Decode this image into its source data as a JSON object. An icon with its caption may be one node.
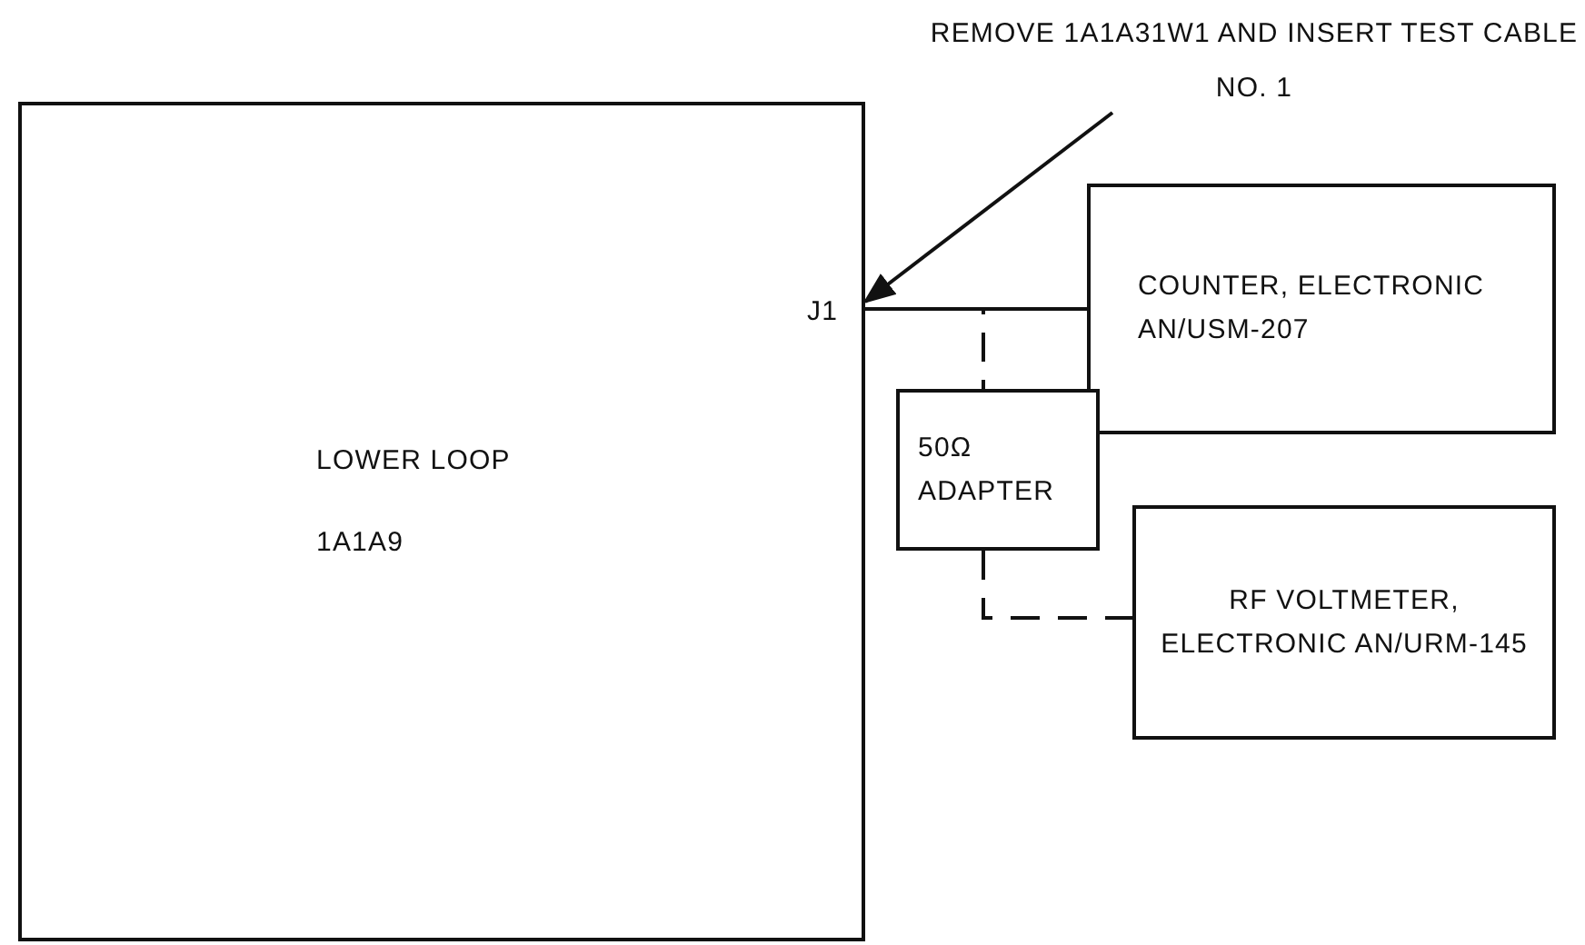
{
  "diagram": {
    "nodes": [
      {
        "text": [
          "LOWER LOOP",
          "1A1A9"
        ]
      },
      {
        "text": [
          "J1"
        ],
        "in": 0
      },
      {
        "text": [
          "REMOVE 1A1A31W1 AND INSERT TEST CABLE NO. 1"
        ]
      },
      {
        "text": [
          "COUNTER, ELECTRONIC AN/USM-207"
        ]
      },
      {
        "text": [
          "50Ω ADAPTER"
        ]
      },
      {
        "text": [
          "RF VOLTMETER, ELECTRONIC AN/URM-145"
        ]
      }
    ],
    "edges": [
      {
        "from": 2,
        "to": 1,
        "arrow": "to"
      },
      {
        "from": 0,
        "to": 3,
        "arrow": "none"
      },
      {
        "from": 0,
        "to": 4,
        "arrow": "none",
        "style": "dashed"
      },
      {
        "from": 4,
        "to": 5,
        "arrow": "none",
        "style": "dashed"
      }
    ]
  }
}
